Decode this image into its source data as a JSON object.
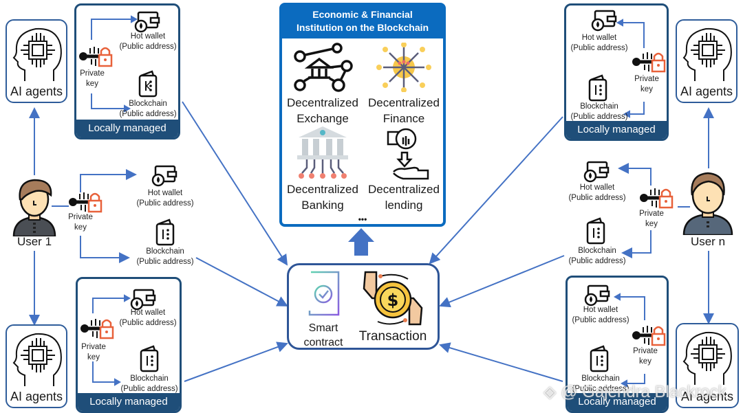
{
  "econ_panel": {
    "title_line1": "Economic & Financial",
    "title_line2": "Institution on the Blockchain",
    "items": [
      {
        "line1": "Decentralized",
        "line2": "Exchange",
        "icon": "exchange-network-icon"
      },
      {
        "line1": "Decentralized",
        "line2": "Finance",
        "icon": "defi-burst-icon"
      },
      {
        "line1": "Decentralized",
        "line2": "Banking",
        "icon": "bank-circuit-icon"
      },
      {
        "line1": "Decentralized",
        "line2": "lending",
        "icon": "lending-hand-icon"
      }
    ],
    "ellipsis": "•••"
  },
  "center_panel": {
    "smart_contract_line1": "Smart",
    "smart_contract_line2": "contract",
    "transaction": "Transaction"
  },
  "users": {
    "left": "User 1",
    "right": "User n"
  },
  "ai_agent_label": "AI agents",
  "locally_managed": "Locally managed",
  "wallet": {
    "hot_wallet": "Hot wallet",
    "blockchain": "Blockchain",
    "public_address": "(Public address)",
    "private": "Private",
    "key": "key"
  },
  "watermark": "@ Gajendra Blackrock",
  "colors": {
    "econ_blue": "#0b6bbf",
    "navy": "#1f4e79",
    "arrow_blue": "#4472c4",
    "lock_orange": "#e8613a"
  }
}
